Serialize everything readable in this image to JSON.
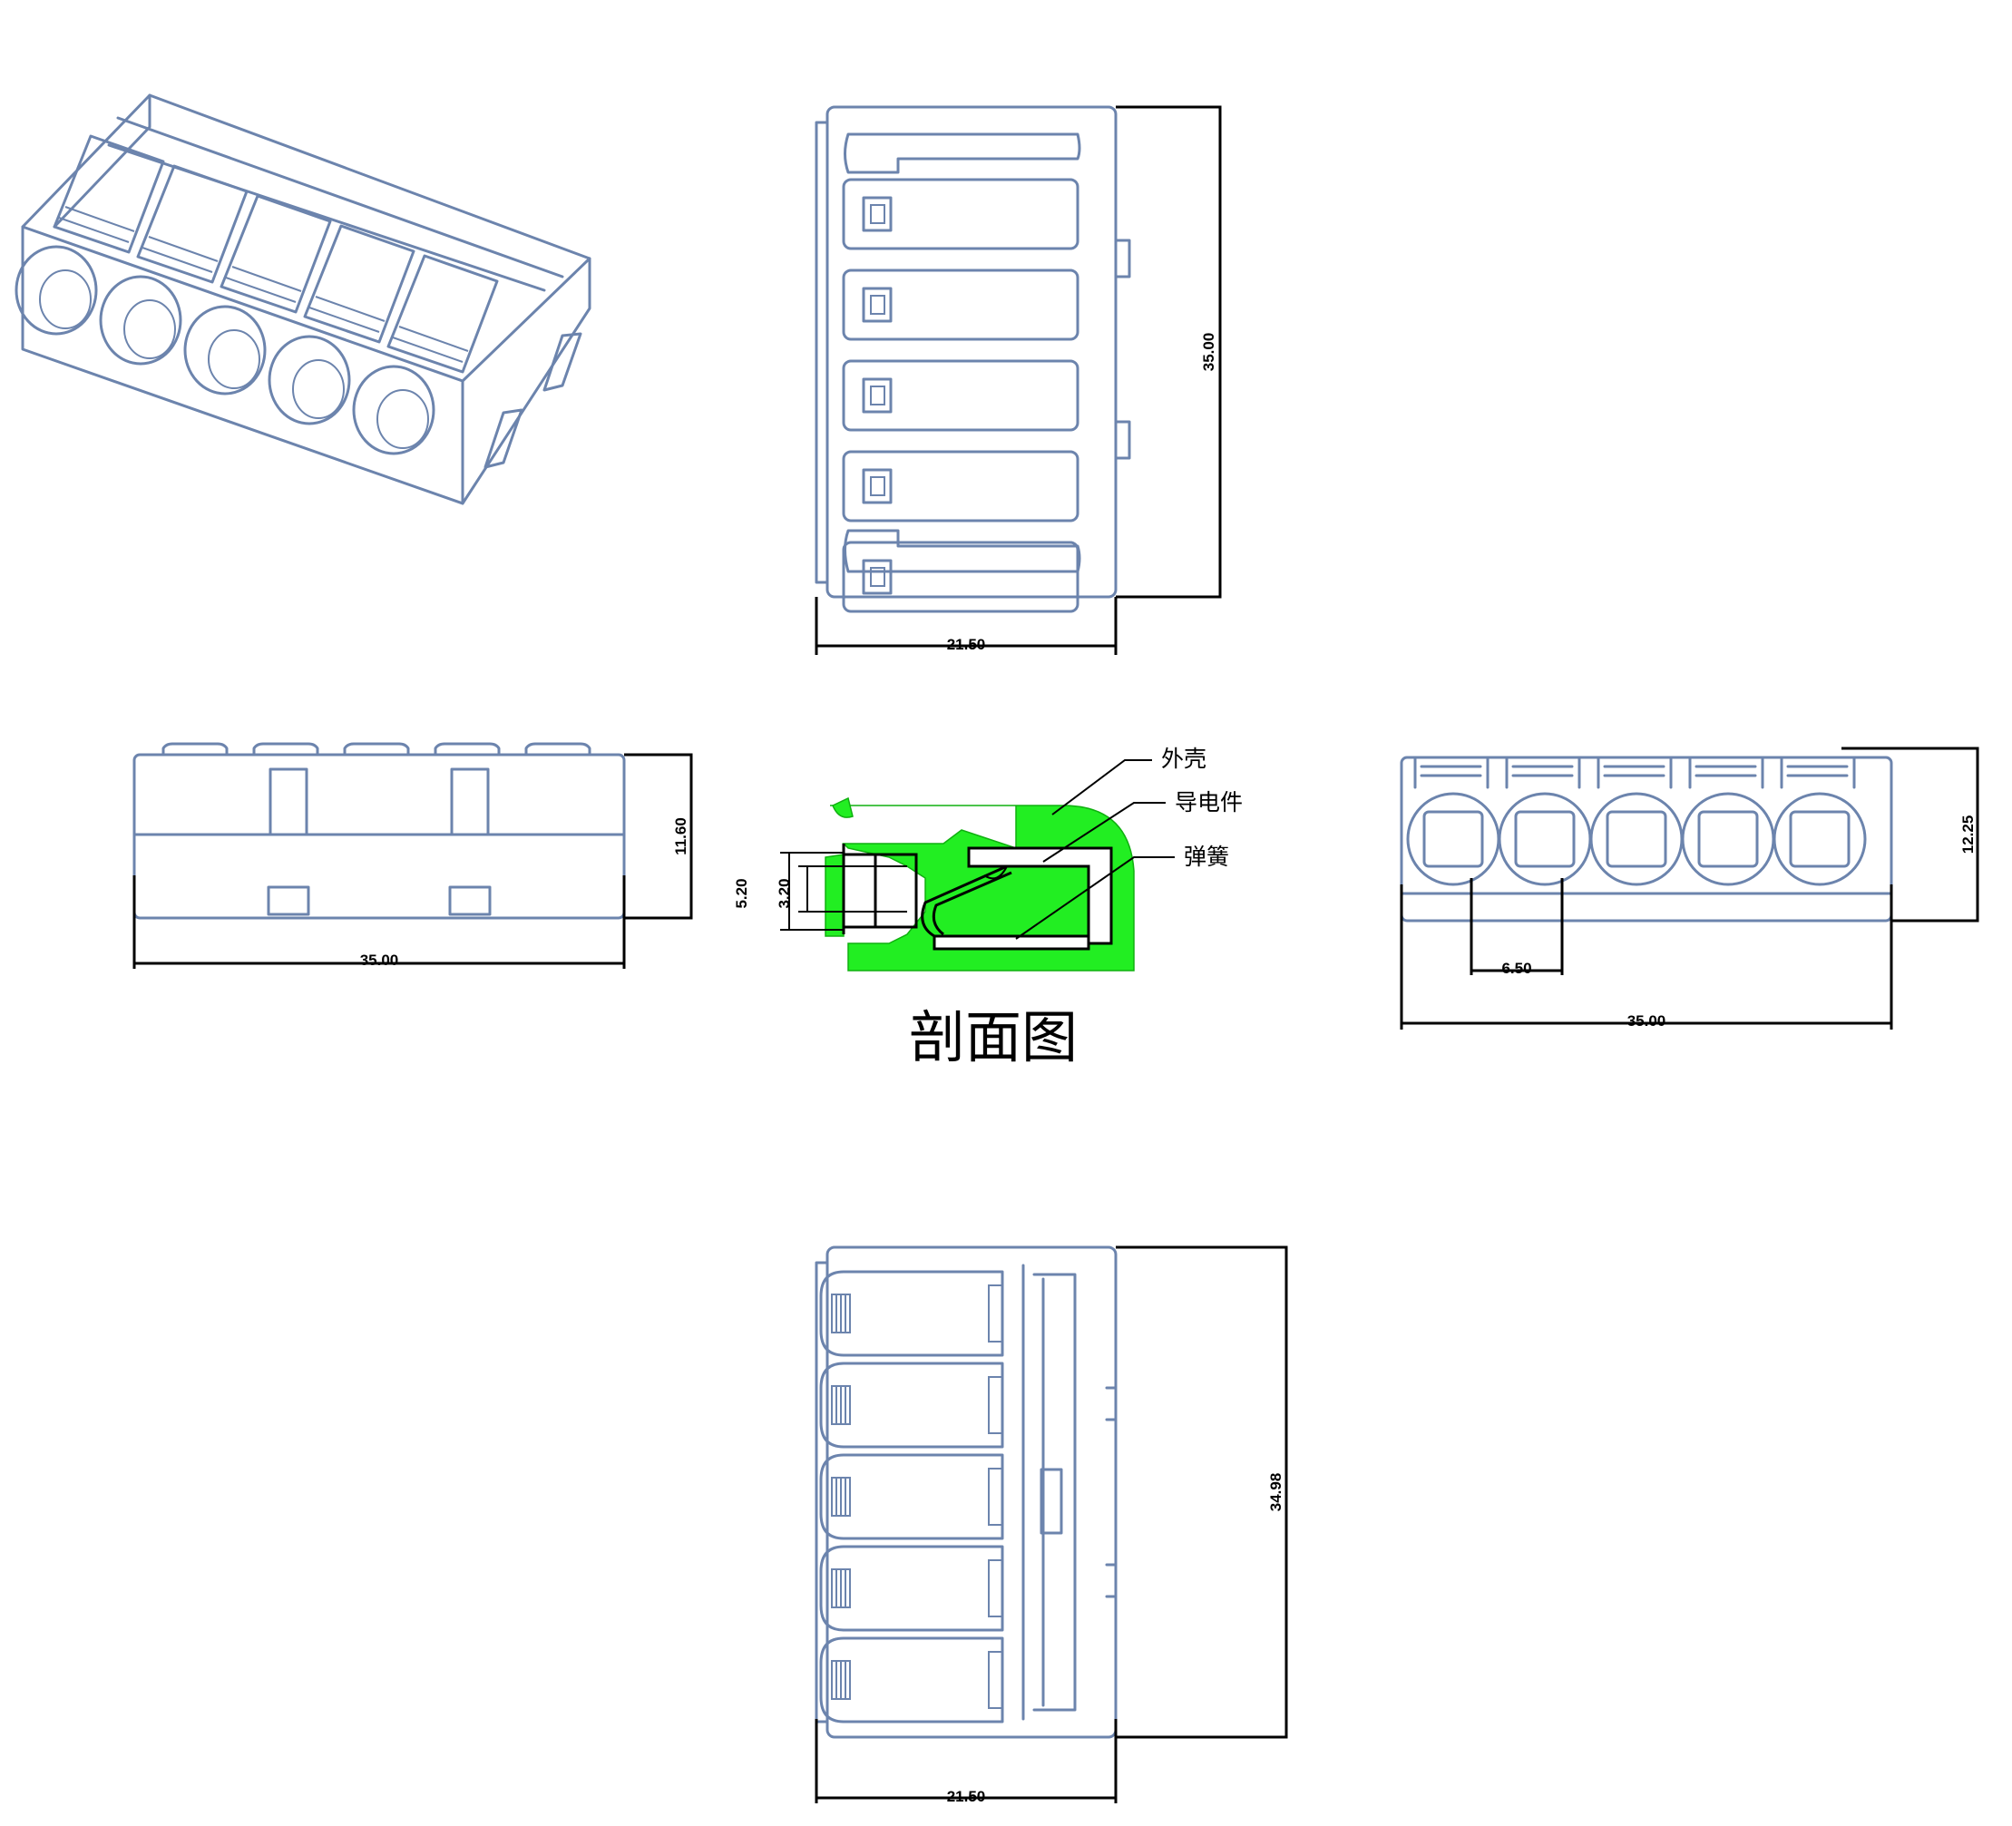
{
  "drawing": {
    "top_view": {
      "width_dim": "21.50",
      "height_dim": "35.00"
    },
    "front_view": {
      "length_dim": "35.00",
      "height_dim": "11.60"
    },
    "end_view": {
      "length_dim": "35.00",
      "height_dim": "12.25",
      "pitch_dim": "6.50"
    },
    "section_view": {
      "title": "剖面图",
      "dim_outer": "5.20",
      "dim_inner": "3.20",
      "callouts": [
        "外壳",
        "导电件",
        "弹簧"
      ]
    },
    "bottom_view": {
      "width_dim": "21.50",
      "height_dim": "34.98"
    }
  },
  "colors": {
    "part_outline": "#6c84ad",
    "section_fill": "#22ee22",
    "dimension": "#000000"
  }
}
